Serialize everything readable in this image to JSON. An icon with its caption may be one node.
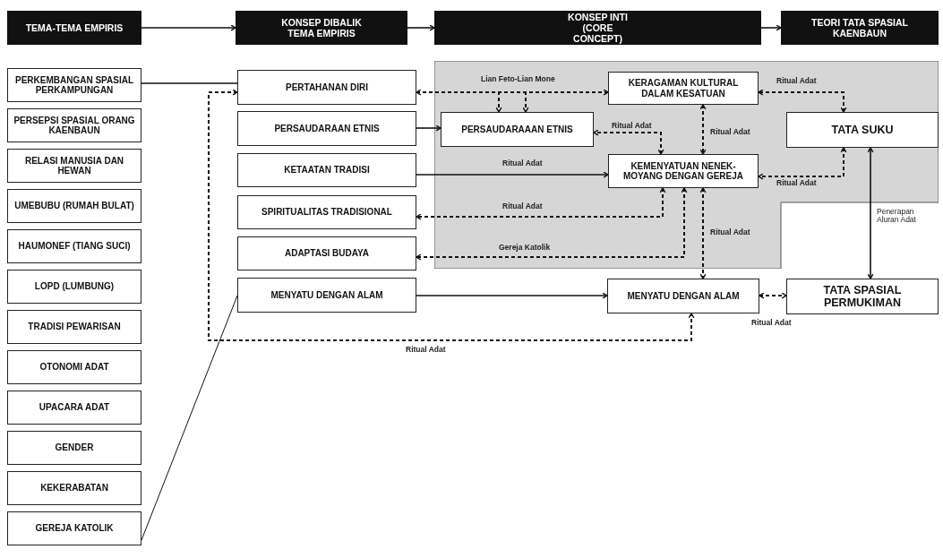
{
  "diagram": {
    "nodes": [
      {
        "text": [
          "TEMA-TEMA EMPIRIS"
        ]
      },
      {
        "text": [
          "KONSEP DIBALIK TEMA EMPIRIS"
        ]
      },
      {
        "text": [
          "KONSEP INTI (CORE CONCEPT)"
        ]
      },
      {
        "text": [
          "TEORI TATA SPASIAL KAENBAUN"
        ]
      },
      {
        "text": [
          "PERKEMBANGAN SPASIAL PERKAMPUNGAN"
        ]
      },
      {
        "text": [
          "PERSEPSI SPASIAL ORANG KAENBAUN"
        ]
      },
      {
        "text": [
          "RELASI MANUSIA DAN HEWAN"
        ]
      },
      {
        "text": [
          "UMEBUBU (RUMAH BULAT)"
        ]
      },
      {
        "text": [
          "HAUMONEF (TIANG SUCI)"
        ]
      },
      {
        "text": [
          "LOPD (LUMBUNG)"
        ]
      },
      {
        "text": [
          "TRADISI PEWARISAN"
        ]
      },
      {
        "text": [
          "OTONOMI ADAT"
        ]
      },
      {
        "text": [
          "UPACARA ADAT"
        ]
      },
      {
        "text": [
          "GENDER"
        ]
      },
      {
        "text": [
          "KEKERABATAN"
        ]
      },
      {
        "text": [
          "GEREJA KATOLIK"
        ]
      },
      {
        "text": [
          "PERTAHANAN DIRI"
        ]
      },
      {
        "text": [
          "PERSAUDARAAN ETNIS"
        ]
      },
      {
        "text": [
          "KETAATAN TRADISI"
        ]
      },
      {
        "text": [
          "SPIRITUALITAS TRADISIONAL"
        ]
      },
      {
        "text": [
          "ADAPTASI BUDAYA"
        ]
      },
      {
        "text": [
          "MENYATU DENGAN ALAM"
        ]
      },
      {
        "text": [],
        "shape": "box"
      },
      {
        "text": [
          "KERAGAMAN KULTURAL DALAM KESATUAN"
        ],
        "in": 22
      },
      {
        "text": [
          "PERSAUDARAAAN ETNIS"
        ],
        "in": 22
      },
      {
        "text": [
          "KEMENYATUAN NENEK-MOYANG DENGAN GEREJA"
        ],
        "in": 22
      },
      {
        "text": [
          "TATA SUKU"
        ],
        "in": 22
      },
      {
        "text": [
          "MENYATU DENGAN ALAM"
        ]
      },
      {
        "text": [
          "TATA SPASIAL PERMUKIMAN"
        ]
      }
    ],
    "edges": [
      {
        "from": 0,
        "to": 1,
        "arrow": "to"
      },
      {
        "from": 1,
        "to": 2,
        "arrow": "to"
      },
      {
        "from": 2,
        "to": 3,
        "arrow": "to"
      },
      {
        "from": 4,
        "to": 16,
        "arrow": "none"
      },
      {
        "from": 15,
        "to": 21,
        "arrow": "none"
      },
      {
        "from": 17,
        "to": 24,
        "arrow": "to"
      },
      {
        "from": 18,
        "to": 25,
        "arrow": "to",
        "label": "Ritual Adat"
      },
      {
        "from": 21,
        "to": 27,
        "arrow": "to"
      },
      {
        "from": 16,
        "to": 23,
        "arrow": "both",
        "label": "Lian Feto-Lian Mone",
        "style": "dashed"
      },
      {
        "from": 16,
        "to": 24,
        "arrow": "to",
        "style": "dashed"
      },
      {
        "from": 23,
        "to": 24,
        "arrow": "to",
        "style": "dashed"
      },
      {
        "from": 25,
        "to": 24,
        "arrow": "both",
        "label": "Ritual Adat",
        "style": "dashed"
      },
      {
        "from": 23,
        "to": 25,
        "arrow": "both",
        "label": "Ritual Adat",
        "style": "dashed"
      },
      {
        "from": 26,
        "to": 23,
        "arrow": "both",
        "label": "Ritual Adat",
        "style": "dashed"
      },
      {
        "from": 26,
        "to": 25,
        "arrow": "both",
        "label": "Ritual Adat",
        "style": "dashed"
      },
      {
        "from": 25,
        "to": 19,
        "arrow": "both",
        "label": "Ritual Adat",
        "style": "dashed"
      },
      {
        "from": 25,
        "to": 20,
        "arrow": "both",
        "label": "Gereja Katolik",
        "style": "dashed"
      },
      {
        "from": 25,
        "to": 27,
        "arrow": "both",
        "label": "Ritual Adat",
        "style": "dashed"
      },
      {
        "from": 27,
        "to": 28,
        "arrow": "both",
        "label": "Ritual Adat",
        "style": "dashed"
      },
      {
        "from": 16,
        "to": 27,
        "arrow": "both",
        "label": "Ritual Adat",
        "style": "dashed"
      },
      {
        "from": 26,
        "to": 28,
        "arrow": "both",
        "label": "Penerapan Aluran Adat"
      }
    ]
  }
}
